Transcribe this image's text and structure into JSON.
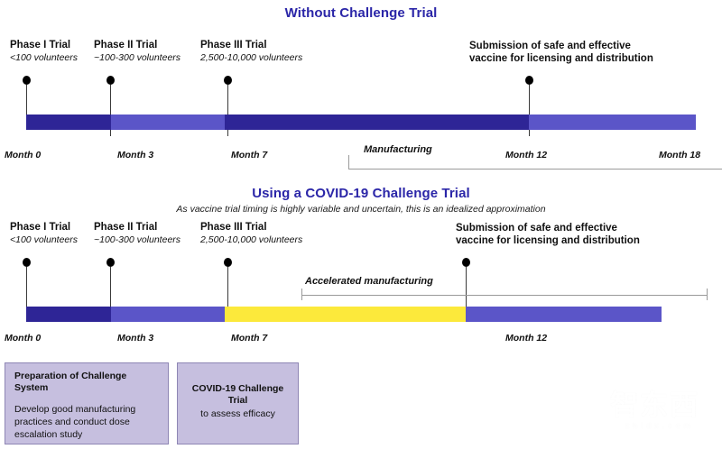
{
  "watermark": {
    "glyphs": "智东西",
    "url": "zhidx.com"
  },
  "timelines": [
    {
      "id": "without-challenge-trial",
      "title": "Without Challenge Trial",
      "subtitle": "",
      "milestones": [
        {
          "title": "Phase I Trial",
          "sub": "<100 volunteers"
        },
        {
          "title": "Phase II Trial",
          "sub": "~100-300 volunteers"
        },
        {
          "title": "Phase III Trial",
          "sub": "2,500-10,000 volunteers"
        },
        {
          "title": "Submission of safe and effective",
          "sub": "vaccine for licensing and distribution"
        }
      ],
      "months": [
        "Month 0",
        "Month 3",
        "Month 7",
        "Month 12",
        "Month 18"
      ],
      "bracket_label": "Manufacturing",
      "segments": [
        {
          "name": "phase-1",
          "color": "#2E2596"
        },
        {
          "name": "phase-2",
          "color": "#5B55C8"
        },
        {
          "name": "phase-3",
          "color": "#2E2596"
        },
        {
          "name": "manufacturing",
          "color": "#5B55C8"
        }
      ]
    },
    {
      "id": "using-covid-19-challenge-trial",
      "title": "Using a COVID-19 Challenge Trial",
      "subtitle": "As vaccine trial timing is highly variable and uncertain, this is an idealized approximation",
      "milestones": [
        {
          "title": "Phase I Trial",
          "sub": "<100 volunteers"
        },
        {
          "title": "Phase II Trial",
          "sub": "~100-300 volunteers"
        },
        {
          "title": "Phase III Trial",
          "sub": "2,500-10,000 volunteers"
        },
        {
          "title": "Submission of safe and effective",
          "sub": "vaccine for licensing and distribution"
        }
      ],
      "months": [
        "Month 0",
        "Month 3",
        "Month 7",
        "Month 12"
      ],
      "bracket_label": "Accelerated manufacturing",
      "segments": [
        {
          "name": "phase-1",
          "color": "#2E2596"
        },
        {
          "name": "phase-2",
          "color": "#5B55C8"
        },
        {
          "name": "challenge-trial",
          "color": "#FCE93B"
        },
        {
          "name": "manufacturing",
          "color": "#5B55C8"
        }
      ]
    }
  ],
  "boxes": [
    {
      "heading": "Preparation of Challenge System",
      "body": "Develop good manufacturing practices and conduct dose escalation study"
    },
    {
      "heading": "COVID-19 Challenge Trial",
      "body": "to assess efficacy"
    }
  ],
  "chart_data": {
    "type": "timeline",
    "title": "Vaccine development timeline: with and without a COVID-19 human challenge trial",
    "xlabel": "Months",
    "xlim": [
      0,
      18
    ],
    "grid": false,
    "legend": "none",
    "tracks": [
      {
        "name": "Without Challenge Trial",
        "subtitle": "",
        "segments": [
          {
            "label": "Phase I Trial",
            "start_month": 0,
            "end_month": 3,
            "color": "#2E2596"
          },
          {
            "label": "Phase II Trial",
            "start_month": 3,
            "end_month": 7,
            "color": "#5B55C8"
          },
          {
            "label": "Phase III Trial",
            "start_month": 7,
            "end_month": 12,
            "color": "#2E2596"
          },
          {
            "label": "Manufacturing",
            "start_month": 12,
            "end_month": 18,
            "color": "#5B55C8"
          }
        ],
        "milestones": [
          {
            "label": "Phase I Trial",
            "detail": "<100 volunteers",
            "month": 0
          },
          {
            "label": "Phase II Trial",
            "detail": "~100-300 volunteers",
            "month": 3
          },
          {
            "label": "Phase III Trial",
            "detail": "2,500-10,000 volunteers",
            "month": 7
          },
          {
            "label": "Submission of safe and effective vaccine for licensing and distribution",
            "detail": "",
            "month": 12
          }
        ],
        "brackets": [
          {
            "label": "Manufacturing",
            "start_month": 12,
            "end_month": 18
          }
        ],
        "ticks": [
          0,
          3,
          7,
          12,
          18
        ],
        "tick_labels": [
          "Month 0",
          "Month 3",
          "Month 7",
          "Month 12",
          "Month 18"
        ]
      },
      {
        "name": "Using a COVID-19 Challenge Trial",
        "subtitle": "As vaccine trial timing is highly variable and uncertain, this is an idealized approximation",
        "segments": [
          {
            "label": "Phase I Trial",
            "start_month": 0,
            "end_month": 3,
            "color": "#2E2596"
          },
          {
            "label": "Phase II Trial",
            "start_month": 3,
            "end_month": 7,
            "color": "#5B55C8"
          },
          {
            "label": "COVID-19 Challenge Trial",
            "start_month": 7,
            "end_month": 12,
            "color": "#FCE93B"
          },
          {
            "label": "Accelerated manufacturing",
            "start_month": 12,
            "end_month": 17,
            "color": "#5B55C8"
          }
        ],
        "milestones": [
          {
            "label": "Phase I Trial",
            "detail": "<100 volunteers",
            "month": 0
          },
          {
            "label": "Phase II Trial",
            "detail": "~100-300 volunteers",
            "month": 3
          },
          {
            "label": "Phase III Trial",
            "detail": "2,500-10,000 volunteers",
            "month": 7
          },
          {
            "label": "Submission of safe and effective vaccine for licensing and distribution",
            "detail": "",
            "month": 12
          }
        ],
        "brackets": [
          {
            "label": "Accelerated manufacturing",
            "start_month": 7,
            "end_month": 18
          }
        ],
        "ticks": [
          0,
          3,
          7,
          12
        ],
        "tick_labels": [
          "Month 0",
          "Month 3",
          "Month 7",
          "Month 12"
        ]
      }
    ],
    "annotations": [
      {
        "text": "Preparation of Challenge System",
        "detail": "Develop good manufacturing practices and conduct dose escalation study",
        "start_month": 0,
        "end_month": 4
      },
      {
        "text": "COVID-19 Challenge Trial",
        "detail": "to assess efficacy",
        "start_month": 5,
        "end_month": 8
      }
    ]
  }
}
